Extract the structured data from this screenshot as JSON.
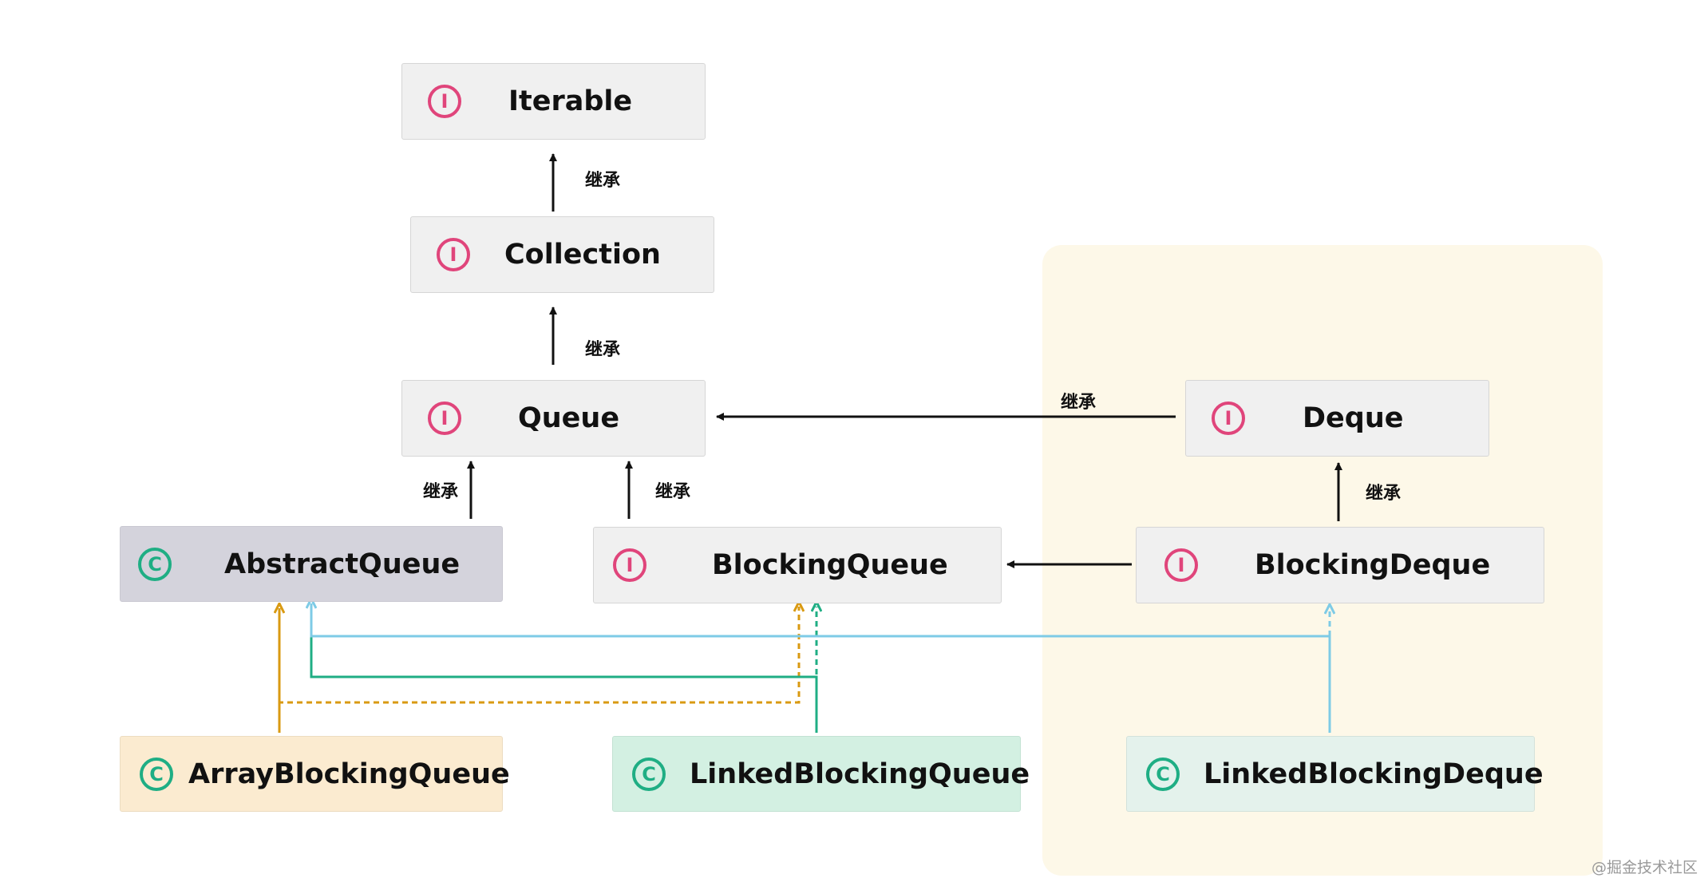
{
  "nodes": {
    "iterable": {
      "badge": "I",
      "label": "Iterable"
    },
    "collection": {
      "badge": "I",
      "label": "Collection"
    },
    "queue": {
      "badge": "I",
      "label": "Queue"
    },
    "deque": {
      "badge": "I",
      "label": "Deque"
    },
    "abstract_queue": {
      "badge": "C",
      "label": "AbstractQueue"
    },
    "blocking_queue": {
      "badge": "I",
      "label": "BlockingQueue"
    },
    "blocking_deque": {
      "badge": "I",
      "label": "BlockingDeque"
    },
    "array_blocking_queue": {
      "badge": "C",
      "label": "ArrayBlockingQueue"
    },
    "linked_blocking_queue": {
      "badge": "C",
      "label": "LinkedBlockingQueue"
    },
    "linked_blocking_deque": {
      "badge": "C",
      "label": "LinkedBlockingDeque"
    }
  },
  "edge_labels": {
    "collection_to_iterable": "继承",
    "queue_to_collection": "继承",
    "deque_to_queue": "继承",
    "abstractqueue_to_queue": "继承",
    "blockingqueue_to_queue": "继承",
    "blockingdeque_to_deque": "继承"
  },
  "colors": {
    "interface_badge": "#e0457b",
    "class_badge": "#1fae84",
    "interface_box": "#f0f0f0",
    "abstract_box": "#d4d3dc",
    "array_box": "#fbebd0",
    "linked_queue_box": "#d3f0e2",
    "linked_deque_box": "#e4f2ec",
    "highlight_region": "#fdf8e8",
    "edge_black": "#111111",
    "edge_orange": "#d99a12",
    "edge_green": "#1fae84",
    "edge_blue": "#7ecbe6"
  },
  "watermark": "@掘金技术社区"
}
